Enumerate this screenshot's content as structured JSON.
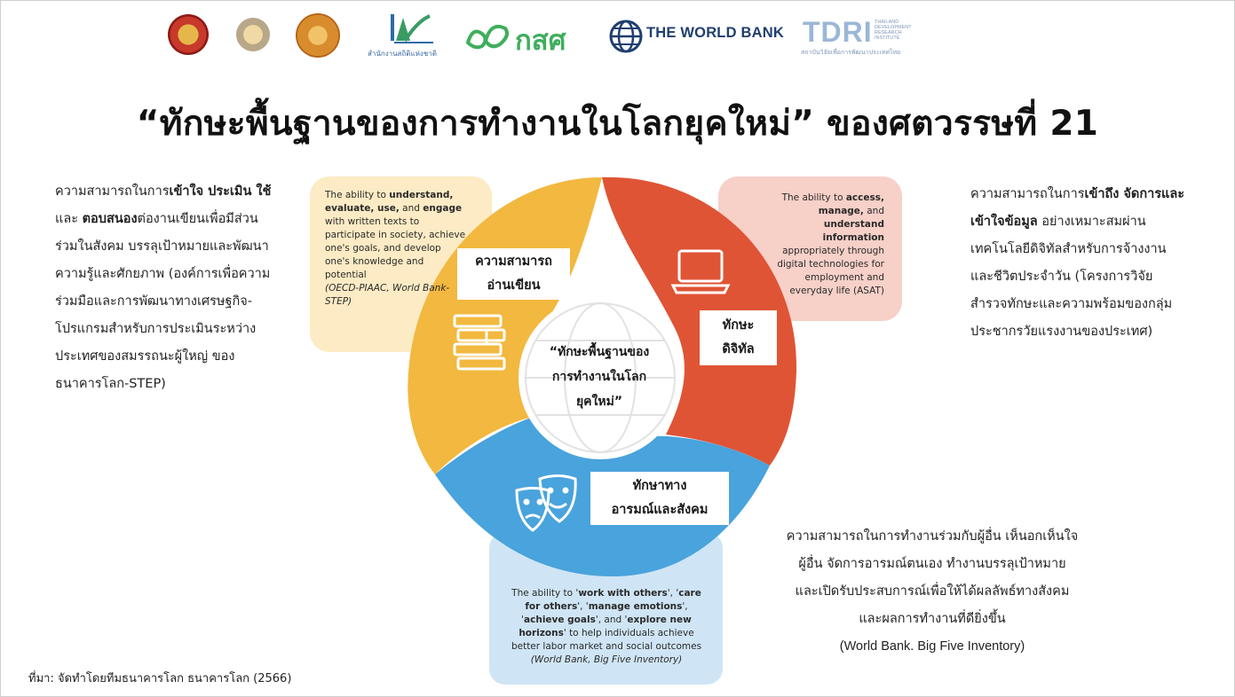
{
  "logos": {
    "nso_caption": "สำนักงานสถิติแห่งชาติ",
    "gsks": "กสศ",
    "world_bank": "THE WORLD BANK",
    "tdri": "TDRI",
    "tdri_side": "THAILAND DEVELOPMENT RESEARCH INSTITUTE",
    "tdri_caption": "สถาบันวิจัยเพื่อการพัฒนาประเทศไทย"
  },
  "title": "“ทักษะพื้นฐานของการทำงานในโลกยุคใหม่” ของศตวรรษที่ 21",
  "left_desc": {
    "p1": "ความสามารถในการ",
    "b1": "เข้าใจ ประเมิน ใช้",
    "p2": " และ ",
    "b2": "ตอบสนอง",
    "p3": "ต่องานเขียนเพื่อมีส่วนร่วมในสังคม บรรลุเป้าหมายและพัฒนาความรู้และศักยภาพ (องค์การเพื่อความร่วมมือและการพัฒนาทางเศรษฐกิจ-โปรแกรมสำหรับการประเมินระหว่างประเทศของสมรรถนะผู้ใหญ่ ของธนาคารโลก-STEP)"
  },
  "right_desc": {
    "p1": "ความสามารถในการ",
    "b1": "เข้าถึง จัดการและเข้าใจข้อมูล",
    "p2": " อย่างเหมาะสมผ่านเทคโนโลยีดิจิทัลสำหรับการจ้างงานและชีวิตประจำวัน (โครงการวิจัยสำรวจทักษะและความพร้อมของกลุ่มประชากรวัยแรงงานของประเทศ)"
  },
  "bottom_desc": {
    "l1": "ความสามารถในการทำงานร่วมกับผู้อื่น เห็นอกเห็นใจ",
    "l2": "ผู้อื่น จัดการอารมณ์ตนเอง ทำงานบรรลุเป้าหมาย",
    "l3": "และเปิดรับประสบการณ์เพื่อให้ได้ผลลัพธ์ทางสังคม",
    "l4": "และผลการทำงานที่ดียิ่งขึ้น",
    "l5": "(World Bank. Big Five Inventory)"
  },
  "box_literacy": {
    "a": "The ability to ",
    "b": "understand, evaluate, use,",
    "c": " and ",
    "d": "engage",
    "e": " with written texts to participate in society, achieve one's goals, and develop one's knowledge and potential",
    "f": "(OECD-PIAAC, World Bank-STEP)"
  },
  "box_digital": {
    "a": "The ability to ",
    "b": "access, manage,",
    "c": " and ",
    "d": "understand information",
    "e": " appropriately through digital technologies for employment and everyday life (ASAT)"
  },
  "box_social": {
    "a": "The ability to '",
    "b": "work with others",
    "c": "', '",
    "d": "care for others",
    "e": "', '",
    "f": "manage emotions",
    "g": "', '",
    "h": "achieve goals",
    "i": "', and '",
    "j": "explore new horizons",
    "k": "' to help individuals achieve better labor market and social outcomes",
    "l": "(World Bank, Big Five Inventory)"
  },
  "labels": {
    "literacy_l1": "ความสามารถ",
    "literacy_l2": "อ่านเขียน",
    "digital_l1": "ทักษะ",
    "digital_l2": "ดิจิทัล",
    "social_l1": "ทักษาทาง",
    "social_l2": "อารมณ์และสังคม"
  },
  "center": {
    "l1": "“ทักษะพื้นฐานของ",
    "l2": "การทำงานในโลก",
    "l3": "ยุคใหม่”"
  },
  "source": "ที่มา: จัดทำโดยทีมธนาคารโลก ธนาคารโลก (2566)",
  "colors": {
    "literacy": "#f2b83f",
    "digital": "#df5435",
    "social": "#49a3dc",
    "literacy_box": "#fcebc4",
    "digital_box": "#f7d0c8",
    "social_box": "#cfe5f5"
  }
}
